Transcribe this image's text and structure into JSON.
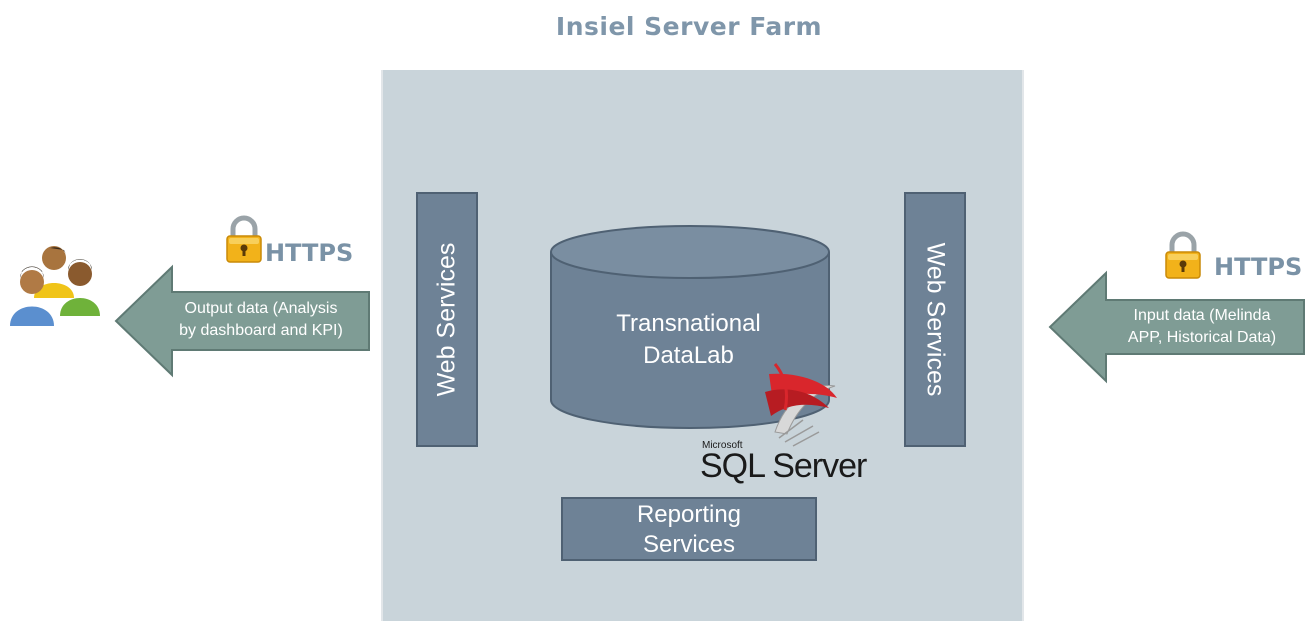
{
  "title": "Insiel Server Farm",
  "web_services_label": "Web Services",
  "database": {
    "line1": "Transnational",
    "line2": "DataLab"
  },
  "sql_server": {
    "brand": "Microsoft",
    "product": "SQL Server"
  },
  "reporting": {
    "line1": "Reporting",
    "line2": "Services"
  },
  "output_arrow": {
    "line1": "Output data (Analysis",
    "line2": "by dashboard and KPI)"
  },
  "input_arrow": {
    "line1": "Input data (Melinda",
    "line2": "APP, Historical Data)"
  },
  "protocol_label": "HTTPS",
  "colors": {
    "title": "#7f96aa",
    "farm_background": "#c9d4da",
    "service_box": "#6e8296",
    "arrow": "#7f9c95",
    "lock": "#f2b21a"
  },
  "icons": {
    "users": "users-group-icon",
    "lock": "padlock-icon",
    "sql": "sql-server-logo-icon"
  }
}
